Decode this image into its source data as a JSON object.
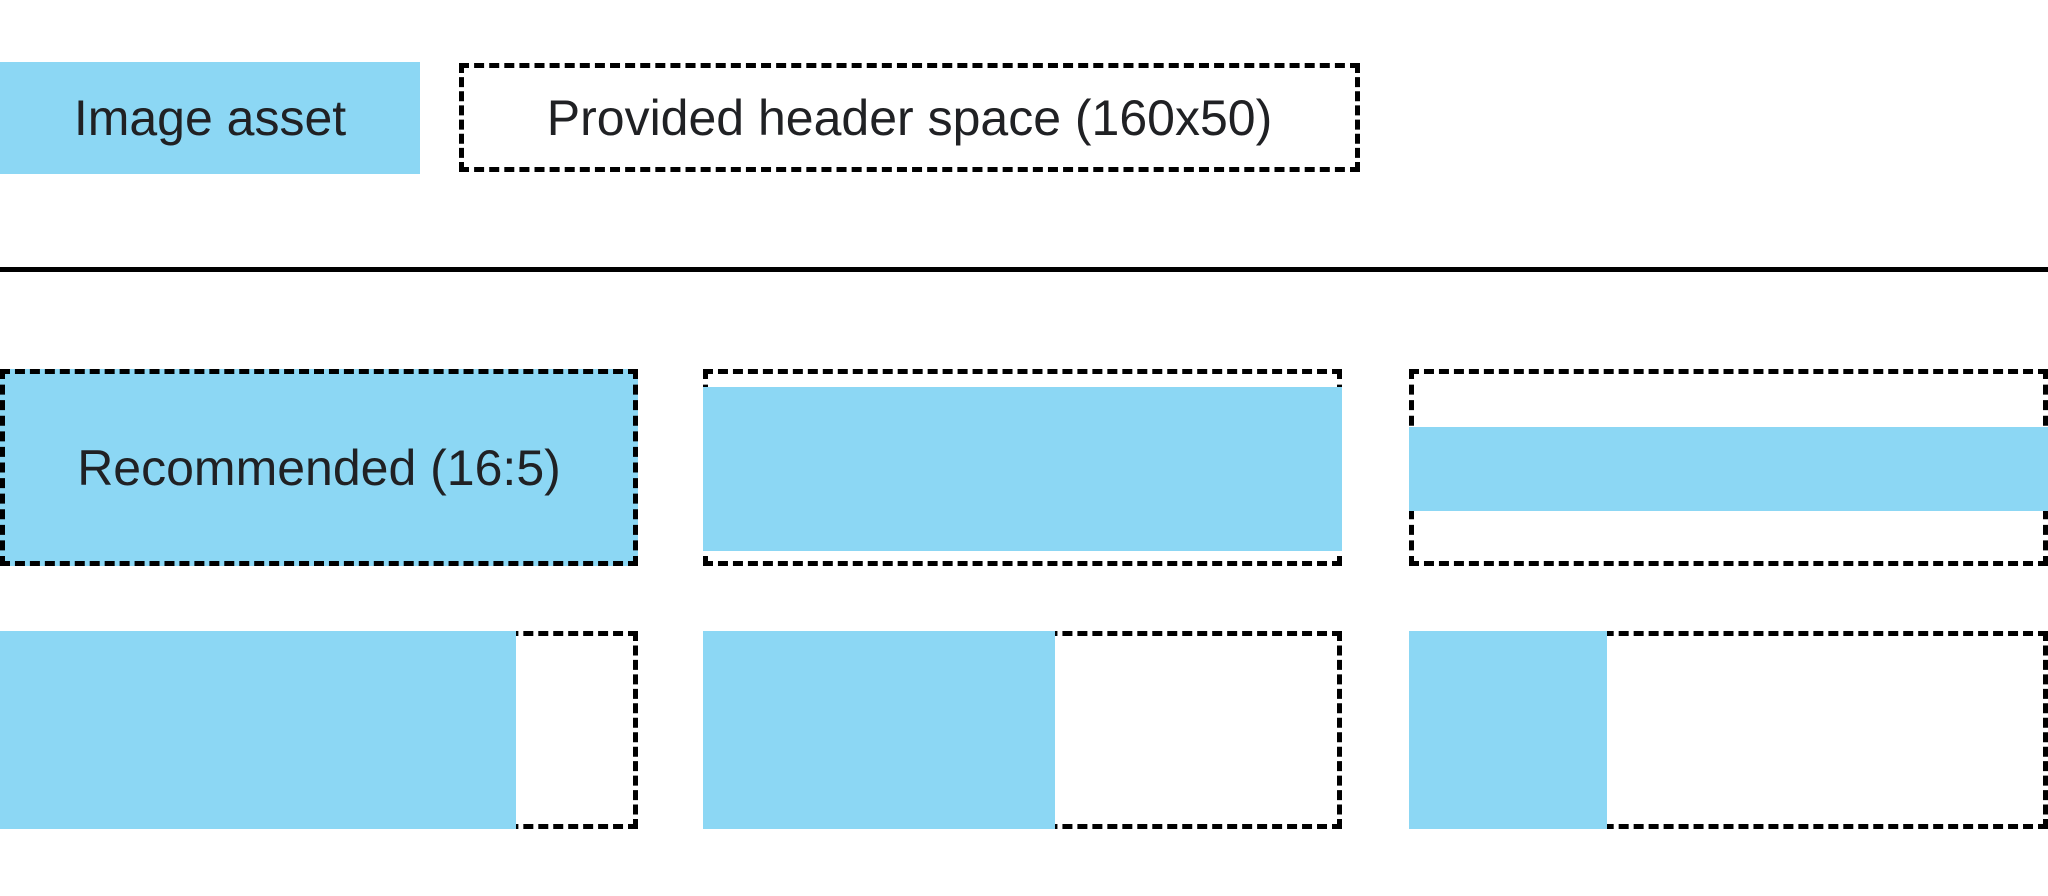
{
  "colors": {
    "asset": "#8CD7F4",
    "outline": "#000000",
    "text": "#202124",
    "background": "#ffffff"
  },
  "legend": {
    "image_asset_label": "Image asset",
    "provided_space_label": "Provided header space (160x50)"
  },
  "examples": {
    "recommended_label": "Recommended (16:5)"
  }
}
